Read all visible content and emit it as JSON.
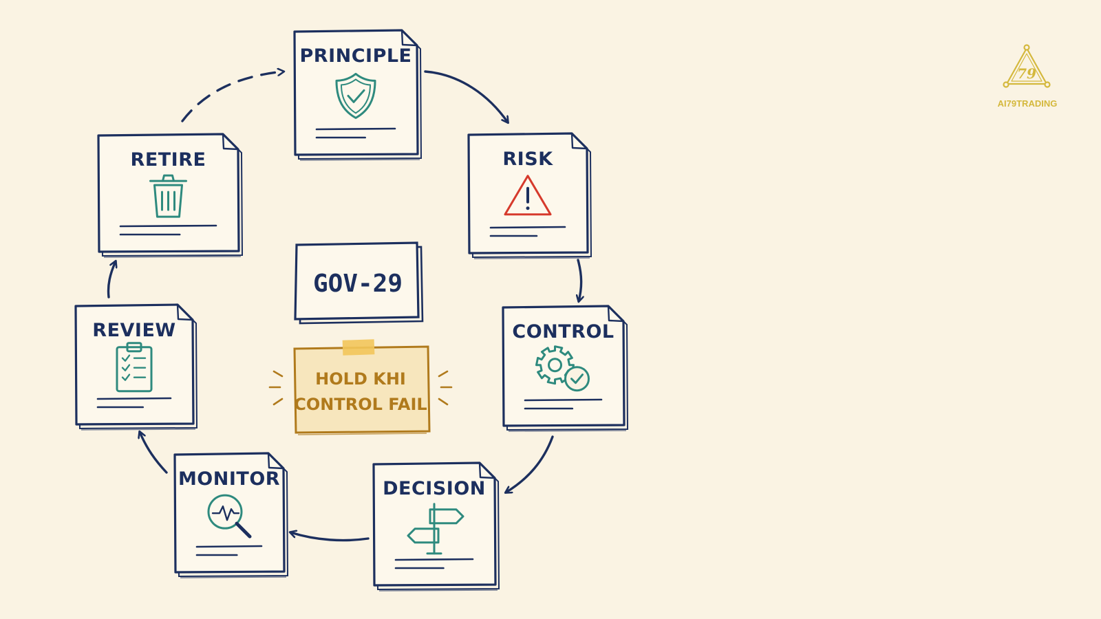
{
  "colors": {
    "background": "#faf3e3",
    "ink": "#1c2f5e",
    "teal": "#2e8a7e",
    "danger": "#d63a2c",
    "note": "#b07a1c",
    "note_fill": "#f7e6bd",
    "tape": "#f2c55a",
    "logo": "#d4b83c"
  },
  "cycle": {
    "steps": [
      {
        "label": "PRINCIPLE",
        "icon": "shield-check-icon"
      },
      {
        "label": "RISK",
        "icon": "warning-triangle-icon"
      },
      {
        "label": "CONTROL",
        "icon": "gear-check-icon"
      },
      {
        "label": "DECISION",
        "icon": "signpost-icon"
      },
      {
        "label": "MONITOR",
        "icon": "magnifier-pulse-icon"
      },
      {
        "label": "REVIEW",
        "icon": "clipboard-check-icon"
      },
      {
        "label": "RETIRE",
        "icon": "trash-icon"
      }
    ]
  },
  "center": {
    "code": "GOV-29",
    "note_line1": "HOLD KHI",
    "note_line2": "CONTROL FAIL"
  },
  "logo": {
    "mark": "79",
    "brand": "AI79TRADING"
  }
}
